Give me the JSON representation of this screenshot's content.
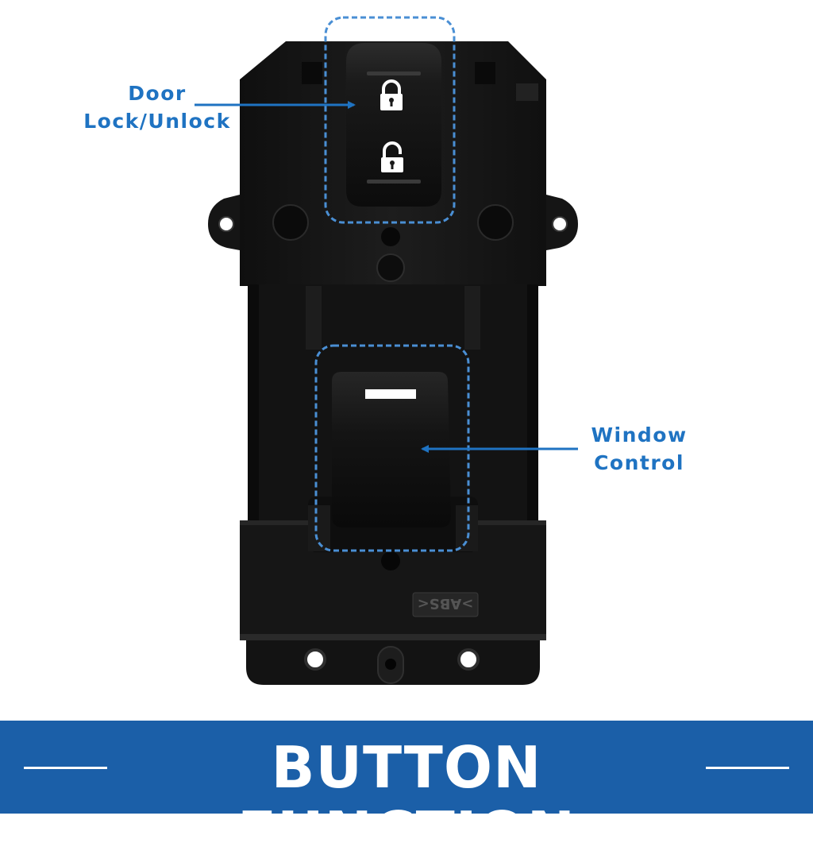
{
  "callouts": {
    "door_lock": {
      "line1": "Door",
      "line2": "Lock/Unlock"
    },
    "window_control": {
      "line1": "Window",
      "line2": "Control"
    }
  },
  "part_marking": ">ABS<",
  "banner": {
    "title": "BUTTON FUNCTION"
  },
  "colors": {
    "accent_blue": "#1f73c2",
    "banner_blue": "#1b5fa8",
    "part_body": "#151515"
  },
  "icons": [
    "lock-closed-icon",
    "lock-open-icon"
  ]
}
